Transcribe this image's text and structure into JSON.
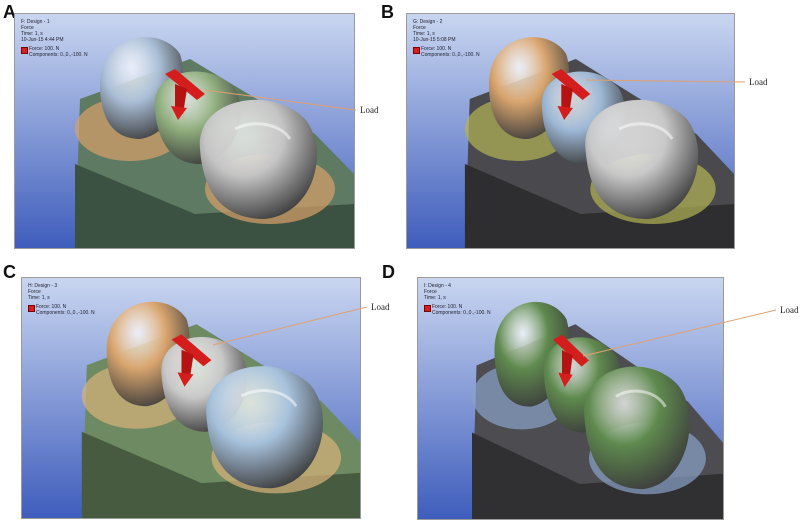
{
  "figure": {
    "panels": [
      {
        "letter": "A",
        "legend": {
          "title": "F: Design - 1",
          "type": "Force",
          "time": "Time: 1, s",
          "date": "10-Jun-15 4:44 PM",
          "force": "Force: 100. N",
          "components": "Components: 0.,0.,-100. N"
        },
        "load_label": "Load",
        "palette": {
          "bg1": "#c9d6f0",
          "bg2": "#3f5dbc",
          "base": "#5e7a63",
          "baseDark": "#3b5141",
          "tooth1": "#a9bed6",
          "tooth2": "#8fae7d",
          "tooth3": "#c4c4c4",
          "halo": "#d9a16a"
        }
      },
      {
        "letter": "B",
        "legend": {
          "title": "G: Design - 2",
          "type": "Force",
          "time": "Time: 1, s",
          "date": "10-Jun-15 5:08 PM",
          "force": "Force: 100. N",
          "components": "Components: 0.,0.,-100. N"
        },
        "load_label": "Load",
        "palette": {
          "bg1": "#c9d6f0",
          "bg2": "#3f5dbc",
          "base": "#4a4a4e",
          "baseDark": "#2e2e31",
          "tooth1": "#d9a56e",
          "tooth2": "#9db8d6",
          "tooth3": "#c8c8c8",
          "halo": "#b4b455"
        }
      },
      {
        "letter": "C",
        "legend": {
          "title": "H: Design - 3",
          "type": "Force",
          "time": "Time: 1, s",
          "date": "",
          "force": "Force: 100. N",
          "components": "Components: 0.,0.,-100. N"
        },
        "load_label": "Load",
        "palette": {
          "bg1": "#c9d6f0",
          "bg2": "#3f5dbc",
          "base": "#6d8a62",
          "baseDark": "#475b40",
          "tooth1": "#d9a56e",
          "tooth2": "#c8c8c8",
          "tooth3": "#a6c1dc",
          "halo": "#d9b37a"
        }
      },
      {
        "letter": "D",
        "legend": {
          "title": "I: Design - 4",
          "type": "Force",
          "time": "Time: 1, s",
          "date": "",
          "force": "Force: 100. N",
          "components": "Components: 0.,0.,-100. N"
        },
        "load_label": "Load",
        "palette": {
          "bg1": "#c9d6f0",
          "bg2": "#3f5dbc",
          "base": "#4d4d51",
          "baseDark": "#303033",
          "tooth1": "#5f8a4e",
          "tooth2": "#5f8a4e",
          "tooth3": "#5f8a4e",
          "halo": "#8aa3c9"
        }
      }
    ]
  }
}
